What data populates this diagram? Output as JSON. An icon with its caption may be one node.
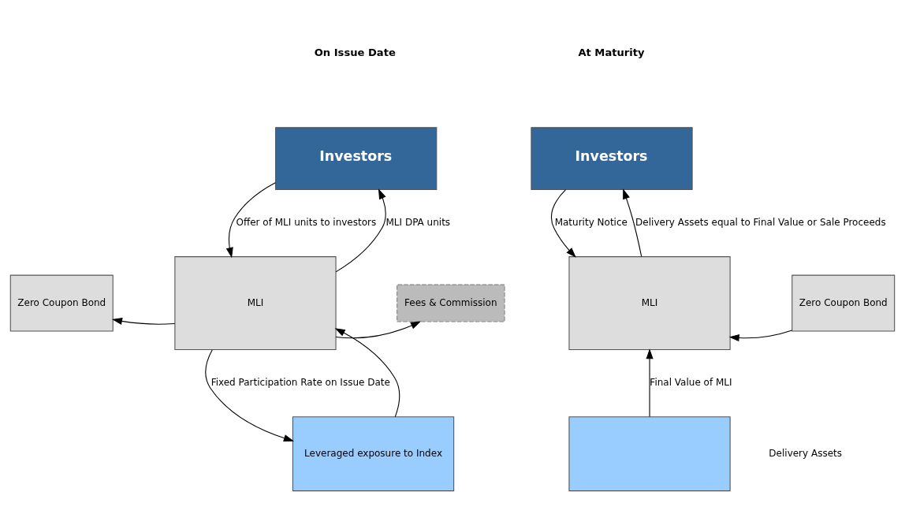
{
  "diagram": {
    "nodes": [
      {
        "text": [
          "Investors"
        ]
      },
      {
        "text": [
          "Zero Coupon Bond"
        ]
      },
      {
        "text": [
          "MLI"
        ]
      },
      {
        "text": [
          "Fees & Commission"
        ]
      },
      {
        "text": [
          "Leveraged exposure to Index"
        ]
      },
      {
        "text": [
          "Investors"
        ]
      },
      {
        "text": [
          "MLI"
        ]
      },
      {
        "text": [
          "Zero Coupon Bond"
        ]
      },
      {
        "text": [],
        "shape": "box"
      }
    ],
    "edges": [
      {
        "from": 0,
        "to": 2,
        "arrow": "to",
        "label": "Offer of MLI units to investors"
      },
      {
        "from": 2,
        "to": 0,
        "arrow": "to",
        "label": "MLI DPA units"
      },
      {
        "from": 2,
        "to": 1,
        "arrow": "to"
      },
      {
        "from": 2,
        "to": 3,
        "arrow": "to"
      },
      {
        "from": 2,
        "to": 4,
        "arrow": "to",
        "label": "Fixed Participation Rate on Issue Date"
      },
      {
        "from": 4,
        "to": 2,
        "arrow": "to"
      },
      {
        "from": 5,
        "to": 6,
        "arrow": "to",
        "label": "Maturity Notice"
      },
      {
        "from": 6,
        "to": 5,
        "arrow": "to",
        "label": "Delivery Assets equal to Final Value or Sale Proceeds"
      },
      {
        "from": 7,
        "to": 6,
        "arrow": "to"
      },
      {
        "from": 8,
        "to": 6,
        "arrow": "to",
        "label": "Final Value of MLI"
      }
    ],
    "labels": [
      "On Issue Date",
      "At Maturity",
      "Delivery Assets"
    ]
  }
}
